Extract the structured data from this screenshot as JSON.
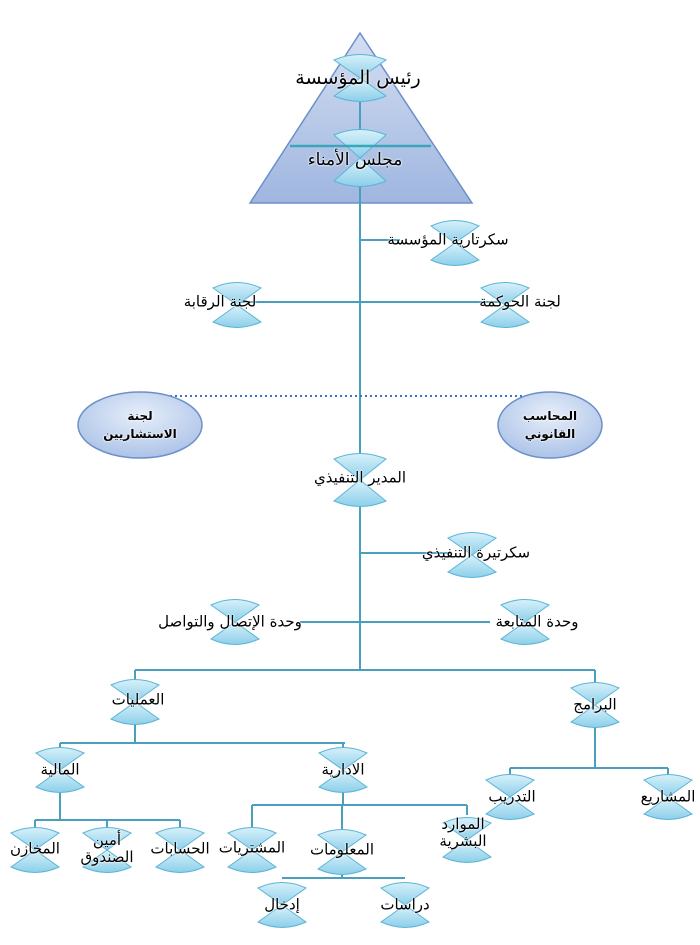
{
  "nodes": {
    "chairman": "رئيس المؤسسة",
    "board": "مجلس الأمناء",
    "org_secretariat": "سكرتارية المؤسسة",
    "governance": "لجنة الحوكمة",
    "oversight": "لجنة الرقابة",
    "advisors": "لجنة الاستشاريين",
    "auditor": "المحاسب القانوني",
    "executive_director": "المدير التنفيذي",
    "exec_secretary": "سكرتيرة التنفيذي",
    "followup_unit": "وحدة المتابعة",
    "communication_unit": "وحدة الإتصال والتواصل",
    "operations": "العمليات",
    "programs": "البرامج",
    "training": "التدريب",
    "projects": "المشاريع",
    "finance": "المالية",
    "administration": "الادارية",
    "warehouses": "المخازن",
    "treasurer": "أمين الصندوق",
    "accounts": "الحسابات",
    "procurement": "المشتريات",
    "information": "المعلومات",
    "human_resources": "الموارد البشرية",
    "data_entry": "إدخال",
    "studies": "دراسات"
  },
  "colors": {
    "line": "#4a9fbf",
    "node_fill": "#a9dcf0",
    "pyramid": "#b3c6e6",
    "ellipse": "#b9cdea",
    "dotted": "#3b6fd1"
  }
}
